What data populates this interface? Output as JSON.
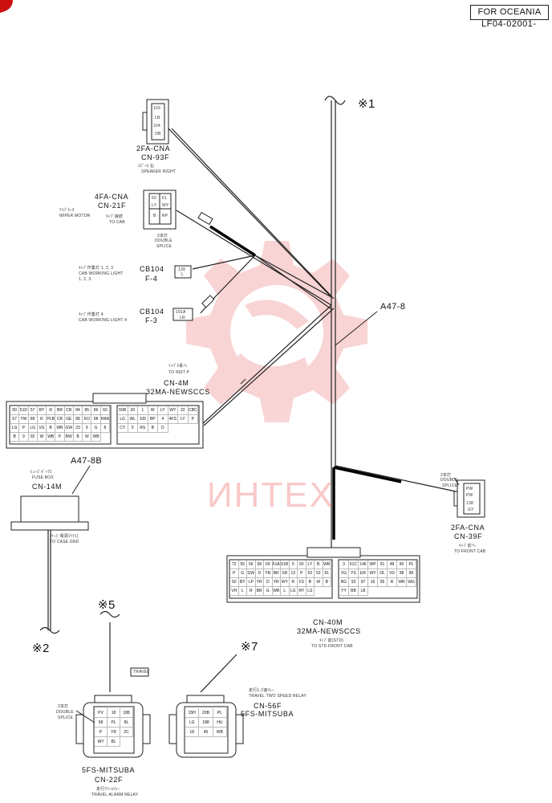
{
  "header": {
    "region": "FOR OCEANIA",
    "doc_number": "LF04-02001-"
  },
  "watermark": {
    "text": "ИНТЕХ",
    "color": "#e84040"
  },
  "marks": {
    "mark1": "※1",
    "mark2": "※2",
    "mark5": "※5",
    "mark7": "※7"
  },
  "harness": {
    "main_label": "A47-8",
    "sub_label": "A47-8B"
  },
  "connectors": {
    "speaker": {
      "code": "2FA-CNA",
      "id": "CN-93F",
      "jp": "ｽﾋﾟｰｶ 右",
      "desc": "SPEAKER RIGHT",
      "pins": [
        "103",
        "LB",
        "104",
        "OB"
      ]
    },
    "wiper": {
      "code": "4FA-CNA",
      "id": "CN-21F",
      "jp": "ﾜｲﾊﾟﾓｰﾀ",
      "desc": "WIPER MOTOR",
      "side_jp": "ｷｬﾌﾞ接続",
      "side_desc": "TO CAB",
      "pins": [
        "60",
        "61",
        "LY",
        "WY",
        "B",
        "RP"
      ]
    },
    "splice2": {
      "jp": "2本打",
      "line1": "DOUBLE",
      "line2": "SPLICE"
    },
    "cb104a": {
      "code": "CB104",
      "id": "F-4",
      "jp": "ｷｬﾌﾞ作業灯 1, 2, 3",
      "desc": "CAB WORKING LIGHT",
      "desc2": "1, 2, 3",
      "pins": [
        "139",
        "L"
      ]
    },
    "cb104b": {
      "code": "CB104",
      "id": "F-3",
      "jp": "ｷｬﾌﾞ作業灯 4",
      "desc": "CAB WORKING LIGHT 4",
      "pins": [
        "191A",
        "LR"
      ]
    },
    "cn4m": {
      "jp": "ｲﾝﾊﾟﾈ系へ",
      "desc": "TO INST P",
      "id": "CN-4M",
      "code": "32MA-NEWSCCS",
      "pins_left": [
        "50",
        "51D",
        "57",
        "RY",
        "R",
        "BR",
        "CR",
        "84",
        "85",
        "86",
        "60",
        "67",
        "YW",
        "89",
        "R",
        "PLB",
        "CR",
        "GE",
        "88",
        "KO",
        "98",
        "HAW",
        "LG",
        "P",
        "LG",
        "VG",
        "B",
        "WR",
        "GW",
        "23",
        "9",
        "G",
        "8",
        "B",
        "9",
        "92",
        "W",
        "WB",
        "P",
        "BW",
        "B",
        "W",
        "WB"
      ],
      "pins_right": [
        "55B",
        "20",
        "1",
        "W",
        "LY",
        "WY",
        "22",
        "CBC",
        "LG",
        "WL",
        "105",
        "BP",
        "4",
        "4FS",
        "LY",
        "P",
        "CY",
        "5",
        "RS",
        "B",
        "D"
      ]
    },
    "fusebox": {
      "jp": "ﾋｭｰｽﾞﾎﾞｯｸｽ",
      "desc": "FUSE BOX",
      "id": "CN-14M",
      "note_jp": "(ｹｰｽ･電源ﾏｲﾅｽ)",
      "note": "TO CASE GND"
    },
    "cn39f": {
      "jp": "2本打",
      "line1": "DOUBLE",
      "line2": "SPLICE",
      "code": "2FA-CNA",
      "id": "CN-39F",
      "side_jp": "ｷｬﾌﾞ前へ",
      "desc": "TO FRONT CAB",
      "pins": [
        "PW",
        "PW",
        "138",
        "GY"
      ]
    },
    "cn40m": {
      "id": "CN-40M",
      "code": "32MA-NEWSCCS",
      "jp": "ｷｬﾌﾞ前(STD)",
      "desc": "TO STD FRONT CAB",
      "pins_left": [
        "72",
        "55",
        "56",
        "58",
        "60",
        "61A",
        "61B",
        "5",
        "60",
        "LY",
        "B",
        "WR",
        "P",
        "G",
        "GW",
        "D",
        "YR",
        "BR",
        "SR",
        "13",
        "P",
        "53",
        "52",
        "51",
        "50",
        "BY",
        "LP",
        "YR",
        "D",
        "YR",
        "WY",
        "R",
        "FS",
        "B",
        "W",
        "B",
        "VH",
        "L",
        "R",
        "BR",
        "G",
        "WB",
        "L",
        "LG",
        "RY",
        "LS"
      ],
      "pins_right": [
        "3",
        "61C",
        "146",
        "WP",
        "61",
        "48",
        "90",
        "PL",
        "VG",
        "YS",
        "ER",
        "WY",
        "OL",
        "VD",
        "98",
        "89",
        "BG",
        "93",
        "97",
        "16",
        "95",
        "R",
        "WR",
        "WG",
        "YY",
        "BB",
        "LB"
      ]
    },
    "cn22f": {
      "jp": "2本打",
      "line1": "DOUBLE",
      "line2": "SPLICE",
      "code": "5FS-MITSUBA",
      "id": "CN-22F",
      "jp2": "走行ｱﾗｰﾑﾘﾚｰ",
      "desc": "TRAVEL ALARM RELAY",
      "tag": "TRAVEL",
      "pins": [
        "PV",
        "18",
        "188",
        "58",
        "PL",
        "8L",
        "P",
        "YR",
        "2C",
        "WY",
        "BL"
      ]
    },
    "cn56f": {
      "jp": "走行1-2速ﾘﾚｰ",
      "desc": "TRAVEL TWO SPEED RELAY",
      "id": "CN-56F",
      "code": "5FS-MITSUBA",
      "pins": [
        "15H",
        "20B",
        "PL",
        "LG",
        "188",
        "HU",
        "18",
        "45",
        "WB"
      ]
    }
  }
}
